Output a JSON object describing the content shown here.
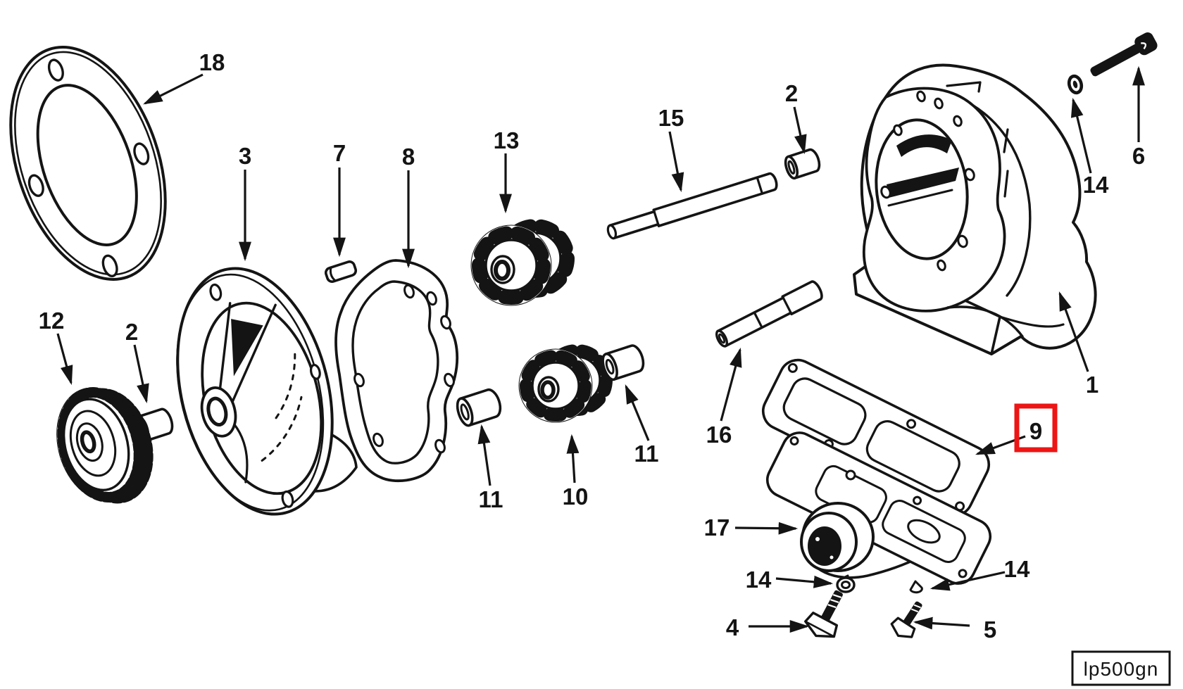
{
  "labels": {
    "p1": "1",
    "p2": "2",
    "p3": "3",
    "p4": "4",
    "p5": "5",
    "p6": "6",
    "p7": "7",
    "p8": "8",
    "p9": "9",
    "p10": "10",
    "p11": "11",
    "p12": "12",
    "p13": "13",
    "p14": "14",
    "p15": "15",
    "p16": "16",
    "p17": "17",
    "p18": "18"
  },
  "figure_code": "lp500gn",
  "highlight": {
    "color": "#ed1515",
    "highlighted_part": "9"
  }
}
